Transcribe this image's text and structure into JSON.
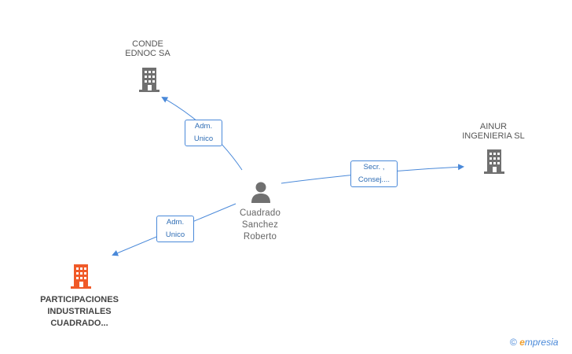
{
  "nodes": {
    "conde": {
      "line1": "CONDE",
      "line2": "EDNOC SA",
      "icon": "building-icon",
      "color": "#707070"
    },
    "ainur": {
      "line1": "AINUR",
      "line2": "INGENIERIA SL",
      "icon": "building-icon",
      "color": "#707070"
    },
    "participaciones": {
      "line1": "PARTICIPACIONES",
      "line2": "INDUSTRIALES",
      "line3": "CUADRADO...",
      "icon": "building-icon",
      "color": "#f05a28"
    },
    "person": {
      "line1": "Cuadrado",
      "line2": "Sanchez",
      "line3": "Roberto",
      "icon": "person-icon",
      "color": "#707070"
    }
  },
  "edges": {
    "to_conde": {
      "line1": "Adm.",
      "line2": "Unico"
    },
    "to_ainur": {
      "line1": "Secr. ,",
      "line2": "Consej...."
    },
    "to_participaciones": {
      "line1": "Adm.",
      "line2": "Unico"
    }
  },
  "colors": {
    "edge": "#4a89d9",
    "accent": "#f05a28"
  },
  "footer": {
    "copyright": "©",
    "brand_initial": "e",
    "brand_rest": "mpresia"
  }
}
